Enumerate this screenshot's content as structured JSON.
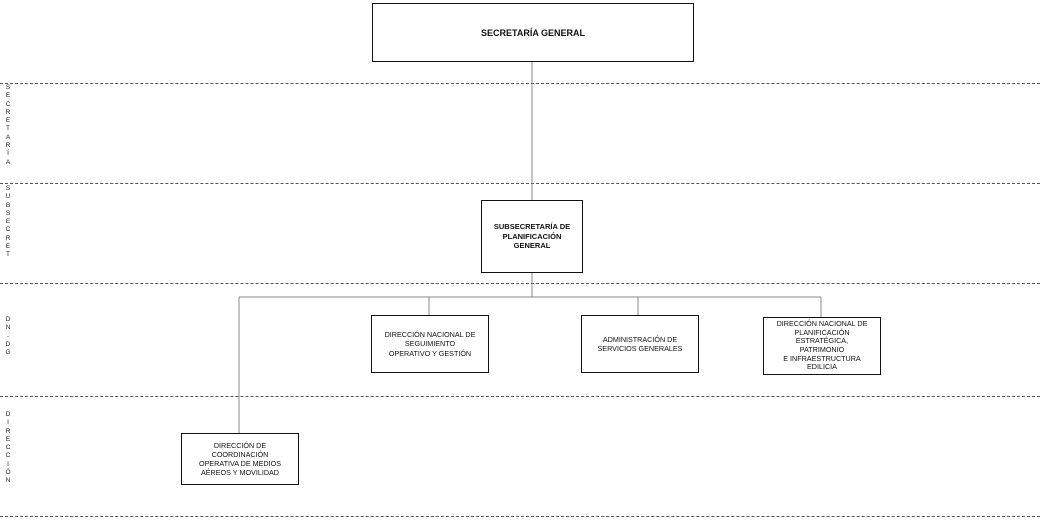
{
  "org_chart": {
    "root": {
      "label": "SECRETARÍA GENERAL"
    },
    "subsecretaria": {
      "label": "SUBSECRETARÍA DE\nPLANIFICACIÓN\nGENERAL"
    },
    "direcciones_nacionales": [
      {
        "label": "DIRECCIÓN NACIONAL DE\nSEGUIMIENTO\nOPERATIVO Y GESTIÓN"
      },
      {
        "label": "ADMINISTRACIÓN DE\nSERVICIOS GENERALES"
      },
      {
        "label": "DIRECCIÓN NACIONAL DE\nPLANIFICACIÓN\nESTRATÉGICA,\nPATRIMONIO\nE INFRAESTRUCTURA\nEDILICIA"
      }
    ],
    "direcciones": [
      {
        "label": "DIRECCIÓN DE\nCOORDINACIÓN\nOPERATIVA DE MEDIOS\nAÉREOS Y MOVILIDAD"
      }
    ]
  },
  "band_labels": {
    "secretaria": "S\nE\nC\nR\nE\nT\nA\nR\nÍ\nA",
    "subsecretaria": "S\nU\nB\nS\nE\nC\nR\nE\nT",
    "dn_dg": "D\nN\n-\nD\nG",
    "direccion": "D\nI\nR\nE\nC\nC\nI\nÓ\nN"
  },
  "colors": {
    "line": "#888888",
    "border": "#111111",
    "band_divider": "#555555"
  }
}
